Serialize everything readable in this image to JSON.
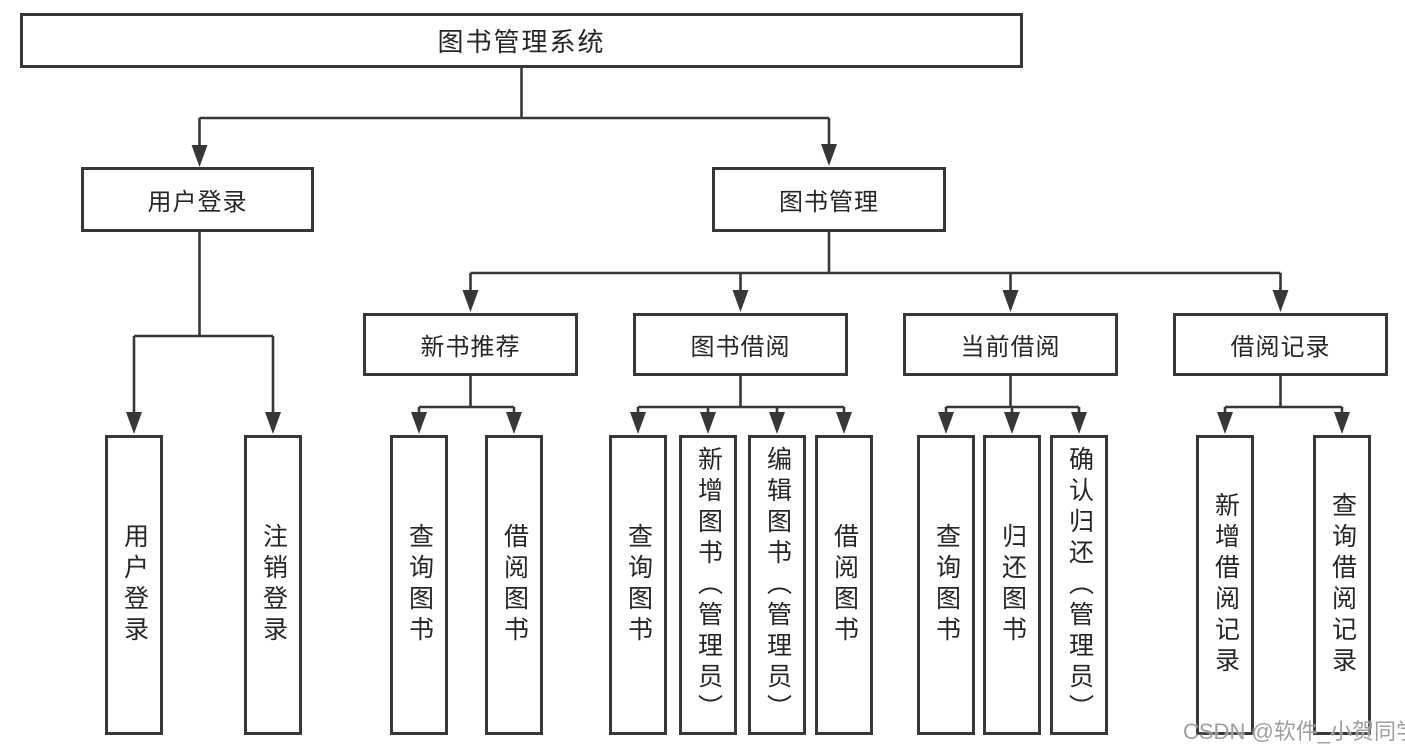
{
  "diagram": {
    "type": "hierarchy-tree",
    "root": "图书管理系统",
    "level2": [
      "用户登录",
      "图书管理"
    ],
    "level3": [
      "新书推荐",
      "图书借阅",
      "当前借阅",
      "借阅记录"
    ],
    "user_children": [
      "用户登录",
      "注销登录"
    ],
    "recommend_children": [
      "查询图书",
      "借阅图书"
    ],
    "borrow_children": [
      "查询图书",
      "新增图书（管理员）",
      "编辑图书（管理员）",
      "借阅图书"
    ],
    "current_children": [
      "查询图书",
      "归还图书",
      "确认归还（管理员）"
    ],
    "records_children": [
      "新增借阅记录",
      "查询借阅记录"
    ]
  },
  "watermark": "CSDN @软件_小贺同学",
  "colors": {
    "line": "#373737",
    "box_border": "#373737",
    "box_fill": "#ffffff",
    "text": "#262626",
    "watermark": "#979797"
  }
}
